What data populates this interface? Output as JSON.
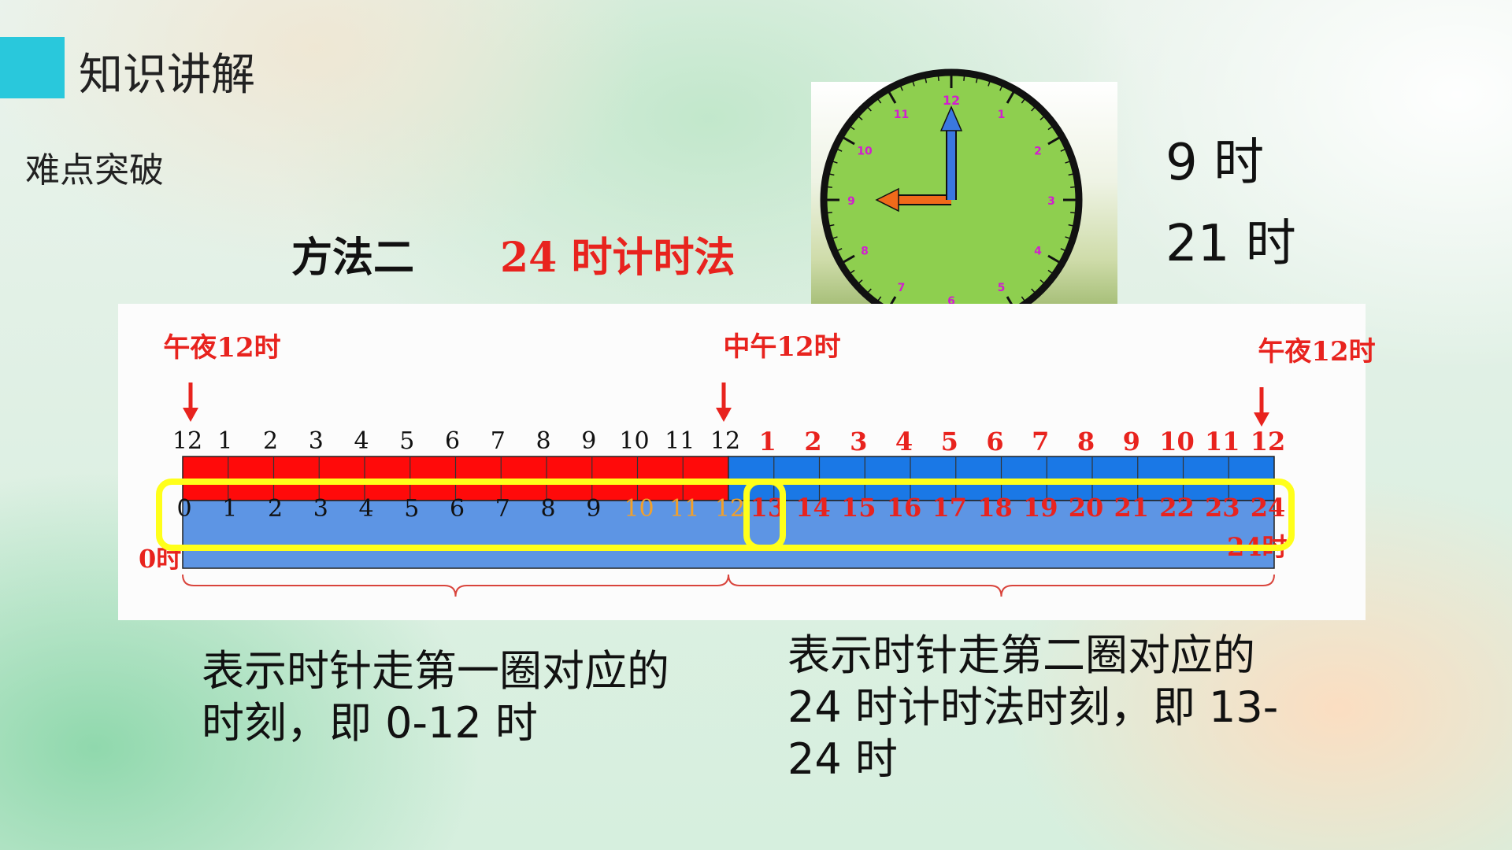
{
  "header": {
    "title": "知识讲解",
    "accent_color": "#29c8dc"
  },
  "subtitle": "难点突破",
  "method": {
    "label": "方法二",
    "name": "24 时计时法",
    "name_color": "#e8231e"
  },
  "clock": {
    "numbers": [
      "12",
      "1",
      "2",
      "3",
      "4",
      "5",
      "6",
      "7",
      "8",
      "9",
      "10",
      "11"
    ],
    "number_color": "#d21ecf",
    "face_color": "#8ecf4f",
    "hour_hand": {
      "hour": 9,
      "color": "#f06a1a"
    },
    "minute_hand": {
      "minute": 0,
      "color": "#3a78e0"
    }
  },
  "times": {
    "first": "9 时",
    "second": "21 时"
  },
  "timeline": {
    "markers": {
      "left": "午夜12时",
      "middle": "中午12时",
      "right": "午夜12时",
      "color": "#e8231e"
    },
    "top_labels_am": [
      "12",
      "1",
      "2",
      "3",
      "4",
      "5",
      "6",
      "7",
      "8",
      "9",
      "10",
      "11",
      "12"
    ],
    "top_labels_pm": [
      "1",
      "2",
      "3",
      "4",
      "5",
      "6",
      "7",
      "8",
      "9",
      "10",
      "11",
      "12"
    ],
    "bottom_labels_first": [
      "0",
      "1",
      "2",
      "3",
      "4",
      "5",
      "6",
      "7",
      "8",
      "9",
      "10",
      "11",
      "12"
    ],
    "bottom_labels_second": [
      "13",
      "14",
      "15",
      "16",
      "17",
      "18",
      "19",
      "20",
      "21",
      "22",
      "23",
      "24"
    ],
    "start_label": "0时",
    "end_label": "24时",
    "colors": {
      "am_bar": "#ff0a0a",
      "pm_bar": "#1a78e6",
      "lower_bar": "#5d95e4",
      "highlight": "#ffff1a",
      "pm_text": "#e8231e",
      "orange_text": "#f2a02a"
    }
  },
  "captions": {
    "left": [
      "表示时针走第一圈对应的",
      "时刻，即 0-12 时"
    ],
    "right": [
      "表示时针走第二圈对应的",
      "24 时计时法时刻，即 13-",
      "24 时"
    ]
  }
}
